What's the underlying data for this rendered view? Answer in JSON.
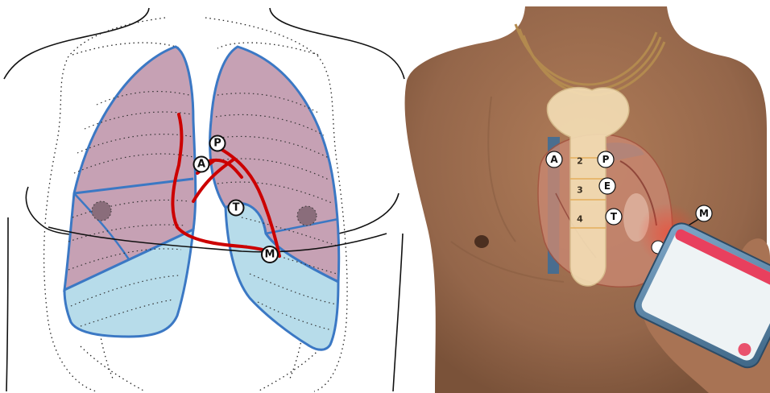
{
  "figure": {
    "left_panel": {
      "landmark_labels": {
        "aortic": "A",
        "pulmonic": "P",
        "tricuspid": "T",
        "mitral": "M"
      },
      "colors": {
        "upper_lobe_fill": "#c6a1b4",
        "lower_lobe_fill": "#b7dcea",
        "lung_outline": "#3b78c4",
        "heart_border": "#cc0000"
      }
    },
    "right_panel": {
      "landmark_labels": {
        "aortic": "A",
        "pulmonic": "P",
        "erbs_point": "E",
        "tricuspid": "T",
        "mitral": "M"
      },
      "rib_numbers": [
        "2",
        "3",
        "4"
      ],
      "colors": {
        "skin": "#9a6b4c",
        "sternum": "#f3ddb4",
        "phone_screen_header": "#e8405e",
        "phone_screen": "#eef3f5"
      }
    }
  }
}
